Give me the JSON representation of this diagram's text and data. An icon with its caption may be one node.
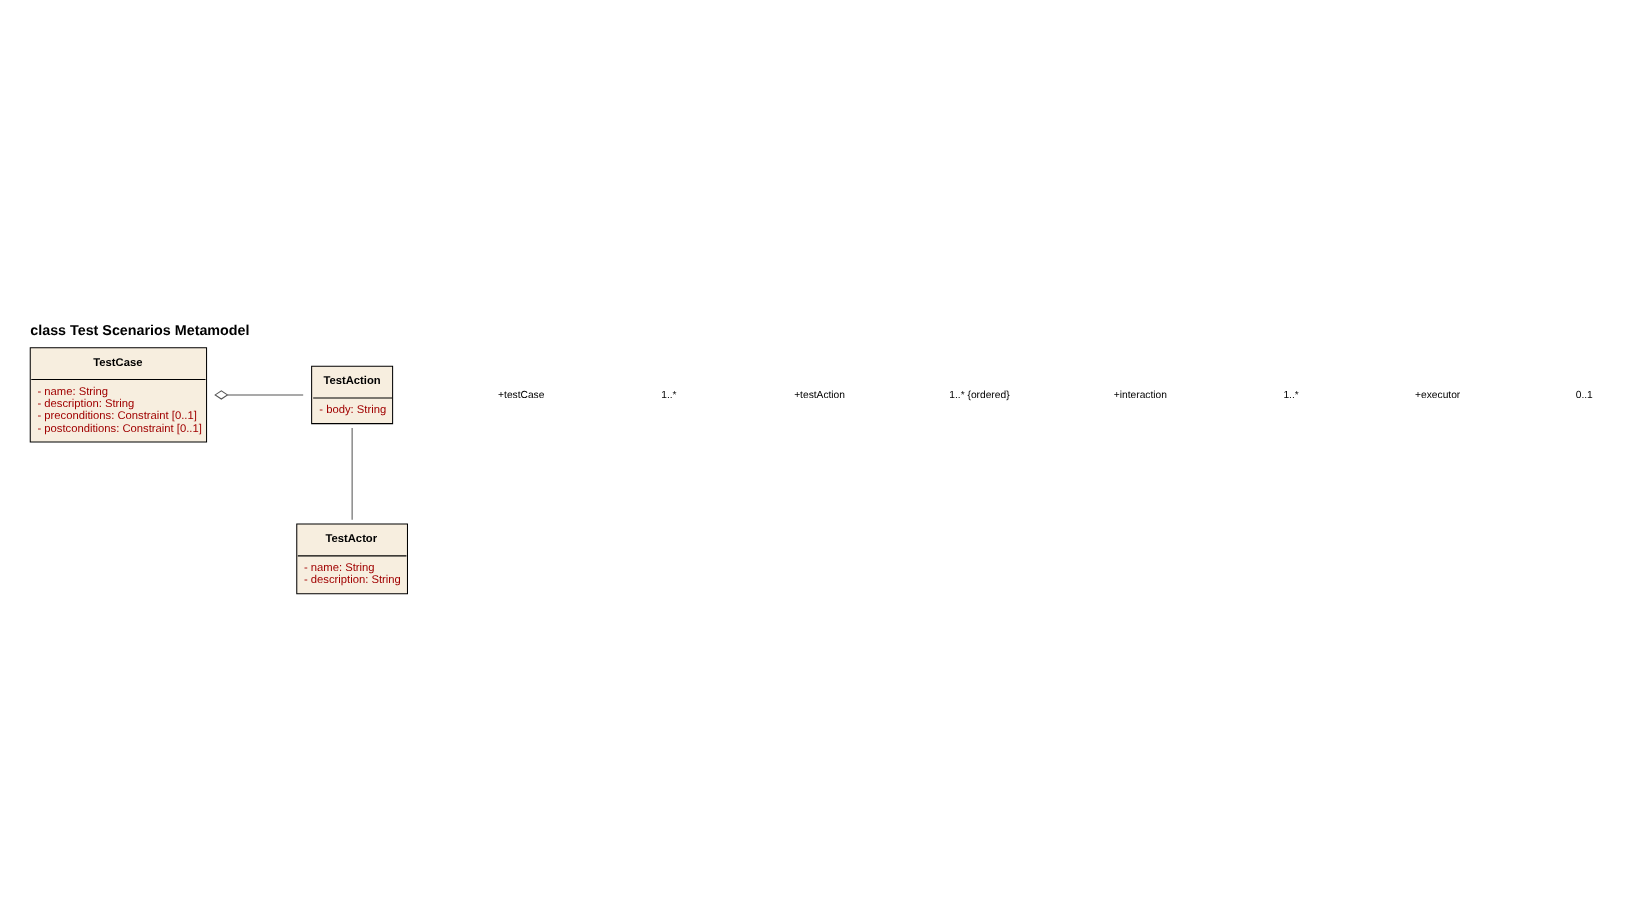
{
  "diagram": {
    "title": "class Test Scenarios Metamodel",
    "nodes": [
      {
        "text": [
          "TestCase",
          "- name: String",
          "- description: String",
          "- preconditions: Constraint [0..1]",
          "- postconditions: Constraint [0..1]"
        ]
      },
      {
        "text": [
          "TestAction",
          "- body: String"
        ]
      },
      {
        "text": [
          "TestActor",
          "- name: String",
          "- description: String"
        ]
      }
    ],
    "edges": [
      {
        "from": 0,
        "to": 1,
        "arrow": "other"
      },
      {
        "from": 1,
        "to": 2,
        "arrow": "none"
      }
    ],
    "labels": [
      "+testCase",
      "1..*",
      "+testAction",
      "1..* {ordered}",
      "+interaction",
      "1..*",
      "+executor",
      "0..1"
    ]
  }
}
